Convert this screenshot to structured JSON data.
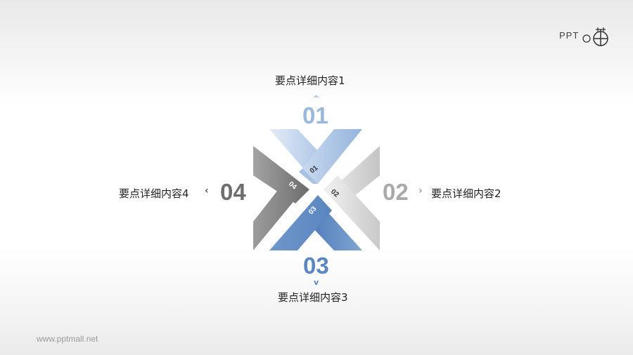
{
  "logo": {
    "text": "PPT",
    "icon": "circle-cross-icon"
  },
  "watermark": "www.pptmall.net",
  "diagram": {
    "center_tags": [
      "01",
      "02",
      "03",
      "04"
    ],
    "points": [
      {
        "number": "01",
        "label": "要点详细内容1",
        "direction": "up",
        "arrow": "^",
        "color": "#8fb0d6"
      },
      {
        "number": "02",
        "label": "要点详细内容2",
        "direction": "right",
        "arrow": "›",
        "color": "#a8a8a8"
      },
      {
        "number": "03",
        "label": "要点详细内容3",
        "direction": "down",
        "arrow": "v",
        "color": "#5b86bf"
      },
      {
        "number": "04",
        "label": "要点详细内容4",
        "direction": "left",
        "arrow": "‹",
        "color": "#6e6e6e"
      }
    ]
  },
  "colors": {
    "blue_light": "#b7cde8",
    "blue_mid": "#9dbbe0",
    "blue_dark": "#5b86bf",
    "gray_light": "#d8d8d8",
    "gray_dark": "#7c7c7c"
  }
}
